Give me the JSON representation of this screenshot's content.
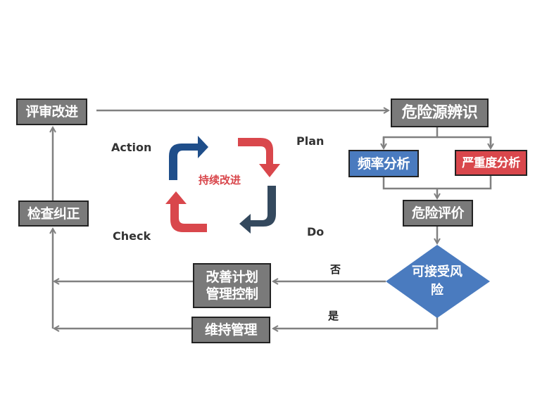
{
  "boxes": {
    "review": "评审改进",
    "check": "检查纠正",
    "hazard_id": "危险源辨识",
    "frequency": "频率分析",
    "severity": "严重度分析",
    "risk_eval": "危险评价",
    "improve_line1": "改善计划",
    "improve_line2": "管理控制",
    "maintain": "维持管理"
  },
  "decision": {
    "line1": "可接受风",
    "line2": "险",
    "no_label": "否",
    "yes_label": "是"
  },
  "pdca": {
    "center": "持续改进",
    "action": "Action",
    "plan": "Plan",
    "do": "Do",
    "check": "Check"
  },
  "colors": {
    "gray_box": "#7a7a7a",
    "blue_box": "#4a7bbf",
    "red_box": "#d9474c",
    "arrow_blue": "#1f4e8a",
    "arrow_red": "#d9474c",
    "arrow_dark": "#34495e",
    "connector": "#808080"
  }
}
